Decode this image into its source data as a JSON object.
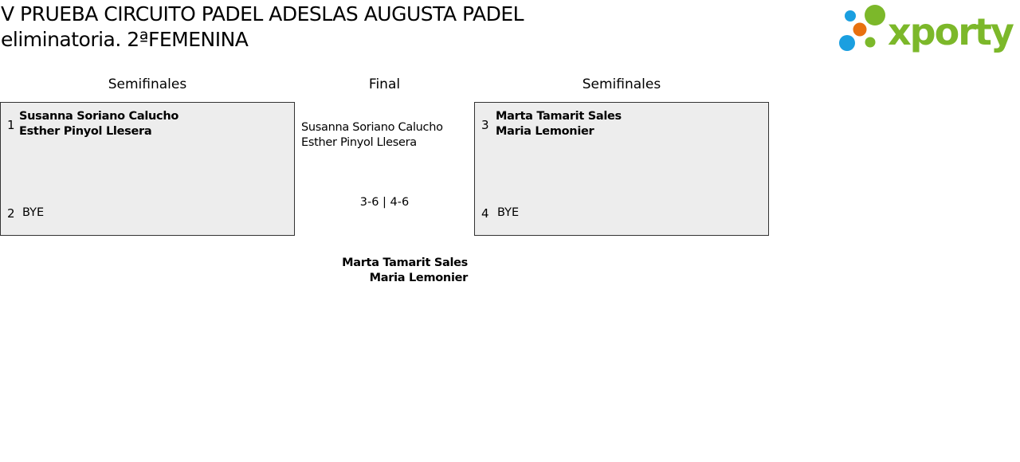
{
  "header": {
    "title_line1": "V PRUEBA CIRCUITO PADEL ADESLAS AUGUSTA PADEL",
    "title_line2": "eliminatoria. 2ªFEMENINA",
    "logo_text": "xporty"
  },
  "colors": {
    "brand_green": "#7cb82a",
    "blue": "#1a9fe0",
    "orange": "#e8700f"
  },
  "rounds": {
    "left": "Semifinales",
    "final": "Final",
    "right": "Semifinales"
  },
  "left_match": {
    "seed1": "1",
    "team1": [
      "Susanna Soriano Calucho",
      "Esther Pinyol Llesera"
    ],
    "seed2": "2",
    "team2": "BYE"
  },
  "right_match": {
    "seed1": "3",
    "team1": [
      "Marta Tamarit Sales",
      "Maria Lemonier"
    ],
    "seed2": "4",
    "team2": "BYE"
  },
  "final": {
    "team1": [
      "Susanna Soriano Calucho",
      "Esther Pinyol Llesera"
    ],
    "score": "3-6 | 4-6",
    "team2": [
      "Marta Tamarit Sales",
      "Maria Lemonier"
    ]
  }
}
